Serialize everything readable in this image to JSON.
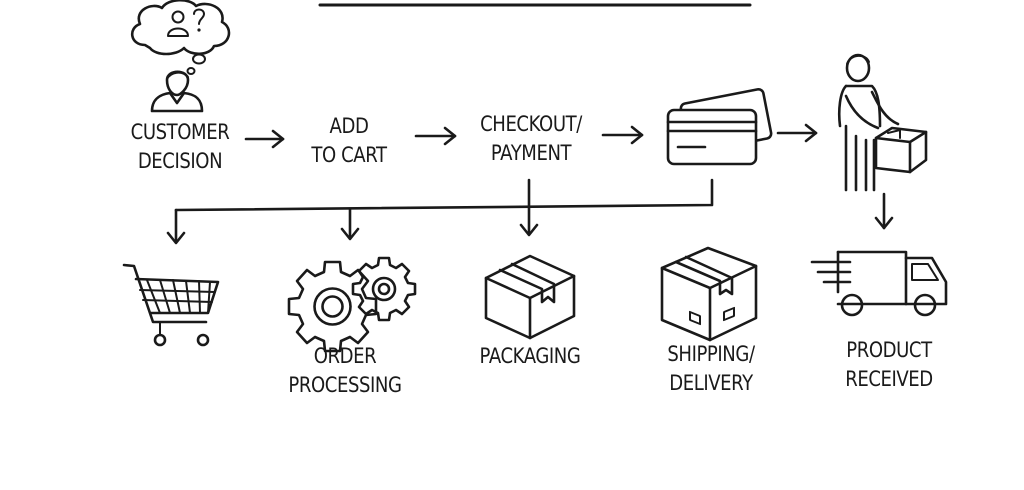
{
  "steps": {
    "customer_decision": {
      "line1": "CUSTOMER",
      "line2": "DECISION",
      "icon": "customer-thinking-icon"
    },
    "add_to_cart": {
      "line1": "ADD",
      "line2": "TO CART"
    },
    "checkout_payment": {
      "line1": "CHECKOUT/",
      "line2": "PAYMENT"
    },
    "payment_card": {
      "icon": "credit-card-icon"
    },
    "courier": {
      "icon": "courier-holding-box-icon"
    }
  },
  "stages": {
    "cart": {
      "icon": "shopping-cart-icon"
    },
    "order_processing": {
      "line1": "ORDER",
      "line2": "PROCESSING",
      "icon": "gears-icon"
    },
    "packaging": {
      "line1": "PACKAGING",
      "icon": "box-icon"
    },
    "shipping_delivery": {
      "line1": "SHIPPING/",
      "line2": "DELIVERY",
      "icon": "taped-box-icon"
    },
    "product_received": {
      "line1": "PRODUCT",
      "line2": "RECEIVED",
      "icon": "delivery-truck-icon"
    }
  },
  "colors": {
    "ink": "#1a1a1a",
    "background": "#ffffff"
  }
}
